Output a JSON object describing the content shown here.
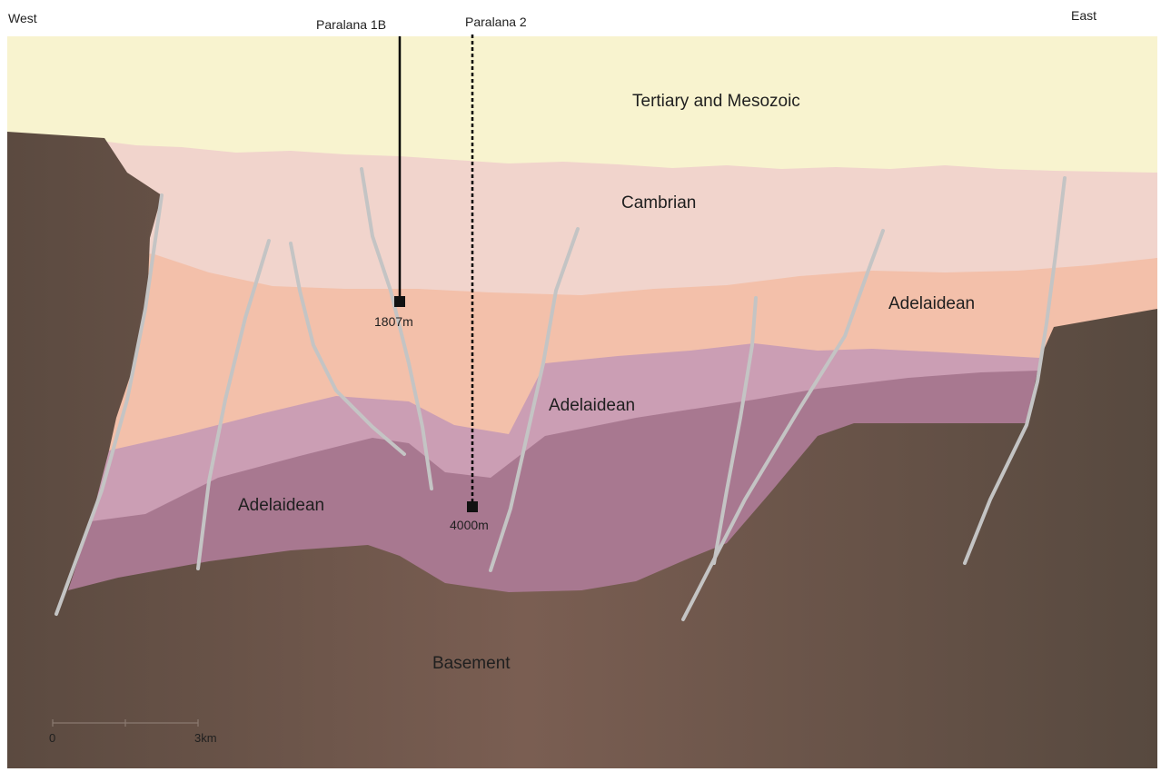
{
  "header": {
    "west": "West",
    "east": "East"
  },
  "wells": [
    {
      "name": "Paralana 1B",
      "depth": "1807m",
      "line": "solid"
    },
    {
      "name": "Paralana 2",
      "depth": "4000m",
      "line": "dashed"
    }
  ],
  "units": {
    "tertiary": "Tertiary and Mesozoic",
    "cambrian": "Cambrian",
    "adelaidean_east": "Adelaidean",
    "adelaidean_center": "Adelaidean",
    "adelaidean_west": "Adelaidean",
    "basement": "Basement"
  },
  "scale_bar": {
    "start": "0",
    "end": "3km"
  },
  "colors": {
    "tertiary": "#f8f3cf",
    "cambrian": "#f1d4cc",
    "adelaidean_upper": "#f3c0aa",
    "adelaidean_mid": "#cb9eb4",
    "adelaidean_lower": "#a87890",
    "basement": "#6e5a4e",
    "fault": "#c4c4c4"
  }
}
